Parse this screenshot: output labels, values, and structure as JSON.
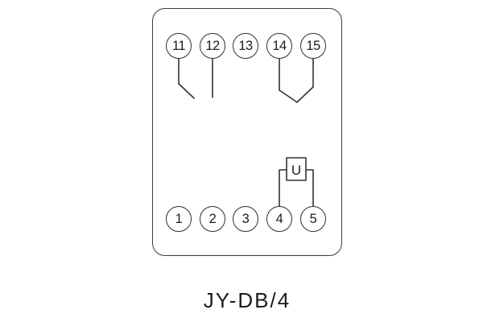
{
  "title": "JY-DB/4",
  "diagram": {
    "kind": "relay-terminal-wiring-diagram",
    "terminals": {
      "top": [
        "11",
        "12",
        "13",
        "14",
        "15"
      ],
      "bottom": [
        "1",
        "2",
        "3",
        "4",
        "5"
      ]
    },
    "component": {
      "label": "U",
      "connected_terminals": [
        "4",
        "5"
      ]
    },
    "contacts": [
      {
        "type": "normally-open-contact",
        "between": [
          "11",
          "12"
        ]
      },
      {
        "type": "flag-contact",
        "between": [
          "14",
          "15"
        ]
      }
    ]
  },
  "colors": {
    "line": "#333333",
    "background": "#ffffff",
    "text": "#1c1c1c"
  }
}
